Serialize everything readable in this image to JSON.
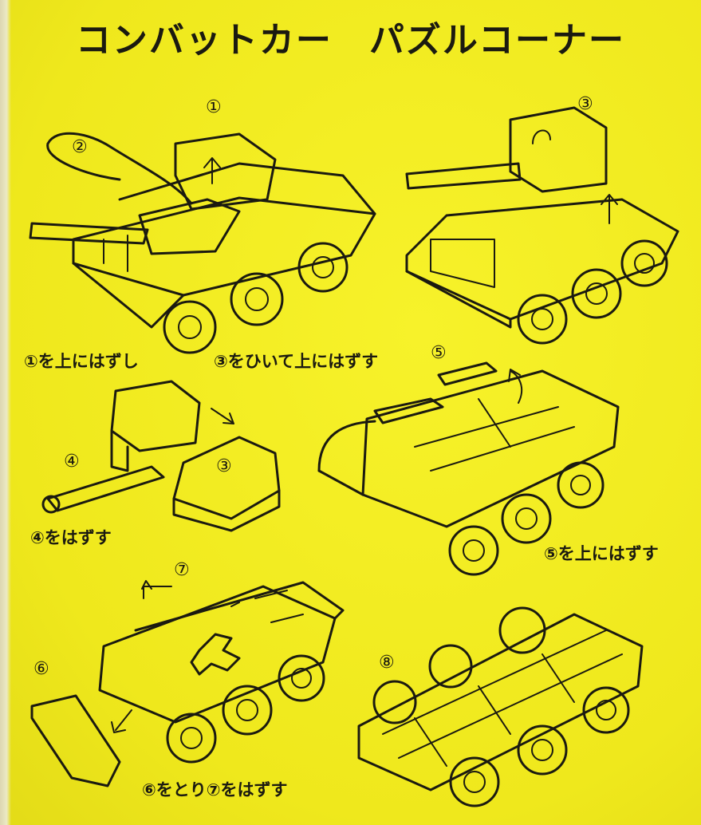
{
  "title": "コンバットカー　パズルコーナー",
  "steps": {
    "c1": "①を上にはずし",
    "c3": "③をひいて上にはずす",
    "c4": "④をはずす",
    "c5": "⑤を上にはずす",
    "c67": "⑥をとり⑦をはずす"
  },
  "markers": {
    "m1": "①",
    "m2": "②",
    "m3a": "③",
    "m3b": "③",
    "m4": "④",
    "m5": "⑤",
    "m6": "⑥",
    "m7": "⑦",
    "m8": "⑧"
  },
  "colors": {
    "paper": "#f2ec1e",
    "ink": "#1b1a10"
  }
}
